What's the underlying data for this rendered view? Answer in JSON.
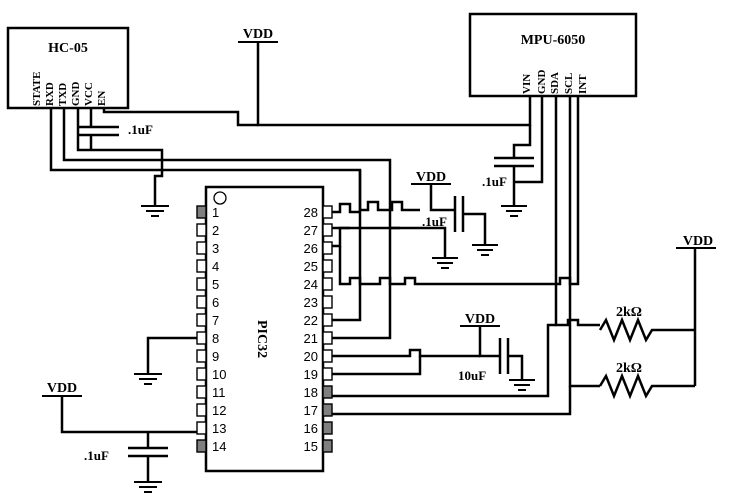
{
  "modules": {
    "hc05": {
      "title": "HC-05",
      "pins": [
        "STATE",
        "RXD",
        "TXD",
        "GND",
        "VCC",
        "EN"
      ]
    },
    "mpu6050": {
      "title": "MPU-6050",
      "pins": [
        "VIN",
        "GND",
        "SDA",
        "SCL",
        "INT"
      ]
    },
    "pic32": {
      "title": "PIC32",
      "left_pins": [
        "1",
        "2",
        "3",
        "4",
        "5",
        "6",
        "7",
        "8",
        "9",
        "10",
        "11",
        "12",
        "13",
        "14"
      ],
      "right_pins": [
        "28",
        "27",
        "26",
        "25",
        "24",
        "23",
        "22",
        "21",
        "20",
        "19",
        "18",
        "17",
        "16",
        "15"
      ]
    }
  },
  "supplies": {
    "vdd_top": "VDD",
    "vdd_mid": "VDD",
    "vdd_right": "VDD",
    "vdd_low": "VDD",
    "vdd_left": "VDD"
  },
  "components": {
    "cap_hc05": ".1uF",
    "cap_mpu": ".1uF",
    "cap_pic_a": ".1uF",
    "cap_pic_b": "10uF",
    "cap_left": ".1uF",
    "res_scl": "2kΩ",
    "res_sda": "2kΩ"
  }
}
